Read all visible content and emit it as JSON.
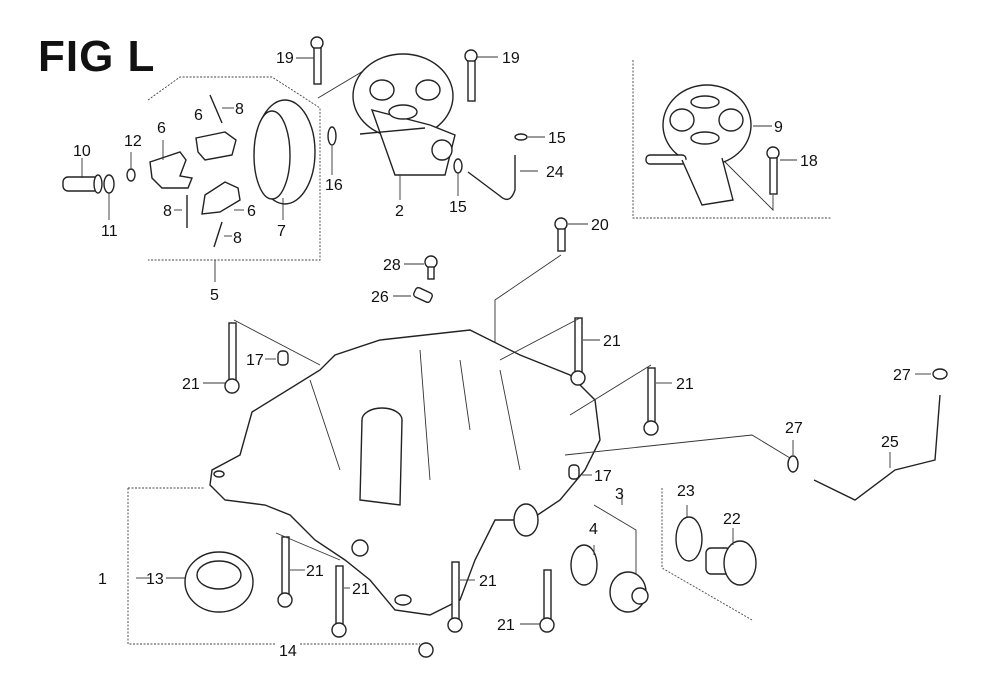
{
  "title": "FIG L",
  "callouts": [
    {
      "num": "19",
      "part": "bolt-top-left"
    },
    {
      "num": "19",
      "part": "bolt-top-center"
    },
    {
      "num": "10",
      "part": "shaft-pin"
    },
    {
      "num": "12",
      "part": "clip"
    },
    {
      "num": "11",
      "part": "washer"
    },
    {
      "num": "6",
      "part": "weight-left"
    },
    {
      "num": "6",
      "part": "weight-upper"
    },
    {
      "num": "6",
      "part": "weight-lower"
    },
    {
      "num": "8",
      "part": "pin-upper"
    },
    {
      "num": "8",
      "part": "pin-left"
    },
    {
      "num": "8",
      "part": "pin-lower"
    },
    {
      "num": "7",
      "part": "governor-gear"
    },
    {
      "num": "5",
      "part": "governor-assembly"
    },
    {
      "num": "16",
      "part": "seal"
    },
    {
      "num": "2",
      "part": "oil-pump"
    },
    {
      "num": "15",
      "part": "o-ring-upper"
    },
    {
      "num": "15",
      "part": "o-ring-lower"
    },
    {
      "num": "24",
      "part": "pipe"
    },
    {
      "num": "9",
      "part": "balancer-gear"
    },
    {
      "num": "18",
      "part": "bolt-right"
    },
    {
      "num": "20",
      "part": "bolt-center"
    },
    {
      "num": "28",
      "part": "bolt-small"
    },
    {
      "num": "26",
      "part": "breather"
    },
    {
      "num": "21",
      "part": "flange-bolt"
    },
    {
      "num": "17",
      "part": "dowel-pin"
    },
    {
      "num": "27",
      "part": "clamp"
    },
    {
      "num": "25",
      "part": "oil-tube"
    },
    {
      "num": "3",
      "part": "drain-plug"
    },
    {
      "num": "4",
      "part": "drain-washer"
    },
    {
      "num": "23",
      "part": "filler-washer"
    },
    {
      "num": "22",
      "part": "filler-plug"
    },
    {
      "num": "1",
      "part": "crankcase-cover"
    },
    {
      "num": "13",
      "part": "oil-seal"
    },
    {
      "num": "14",
      "part": "plug"
    }
  ]
}
